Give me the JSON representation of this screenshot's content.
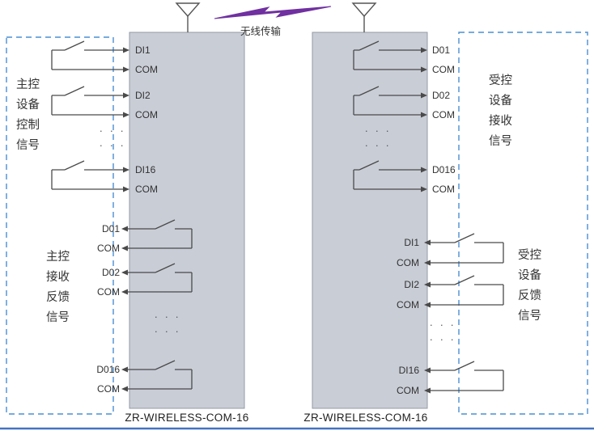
{
  "diagram": {
    "wireless_label": "无线传输",
    "ellipsis": "· · ·"
  },
  "left_panel": {
    "top_lines": [
      "主控",
      "设备",
      "控制",
      "信号"
    ],
    "bottom_lines": [
      "主控",
      "接收",
      "反馈",
      "信号"
    ]
  },
  "right_panel": {
    "top_lines": [
      "受控",
      "设备",
      "接收",
      "信号"
    ],
    "bottom_lines": [
      "受控",
      "设备",
      "反馈",
      "信号"
    ]
  },
  "left_module": {
    "name": "ZR-WIRELESS-COM-16",
    "input_terminals": [
      "DI1",
      "COM",
      "DI2",
      "COM",
      "DI16",
      "COM"
    ],
    "output_terminals": [
      "D01",
      "COM",
      "D02",
      "COM",
      "D016",
      "COM"
    ]
  },
  "right_module": {
    "name": "ZR-WIRELESS-COM-16",
    "output_terminals": [
      "D01",
      "COM",
      "D02",
      "COM",
      "D016",
      "COM"
    ],
    "input_terminals": [
      "DI1",
      "COM",
      "DI2",
      "COM",
      "DI16",
      "COM"
    ]
  },
  "colors": {
    "module_fill": "#c9cdd6",
    "module_border": "#939aa4",
    "panel_dash": "#4a8fd4",
    "wire": "#4a4a4a",
    "lightning": "#7030a0",
    "bottom_rule": "#4472c4",
    "text": "#333333"
  }
}
